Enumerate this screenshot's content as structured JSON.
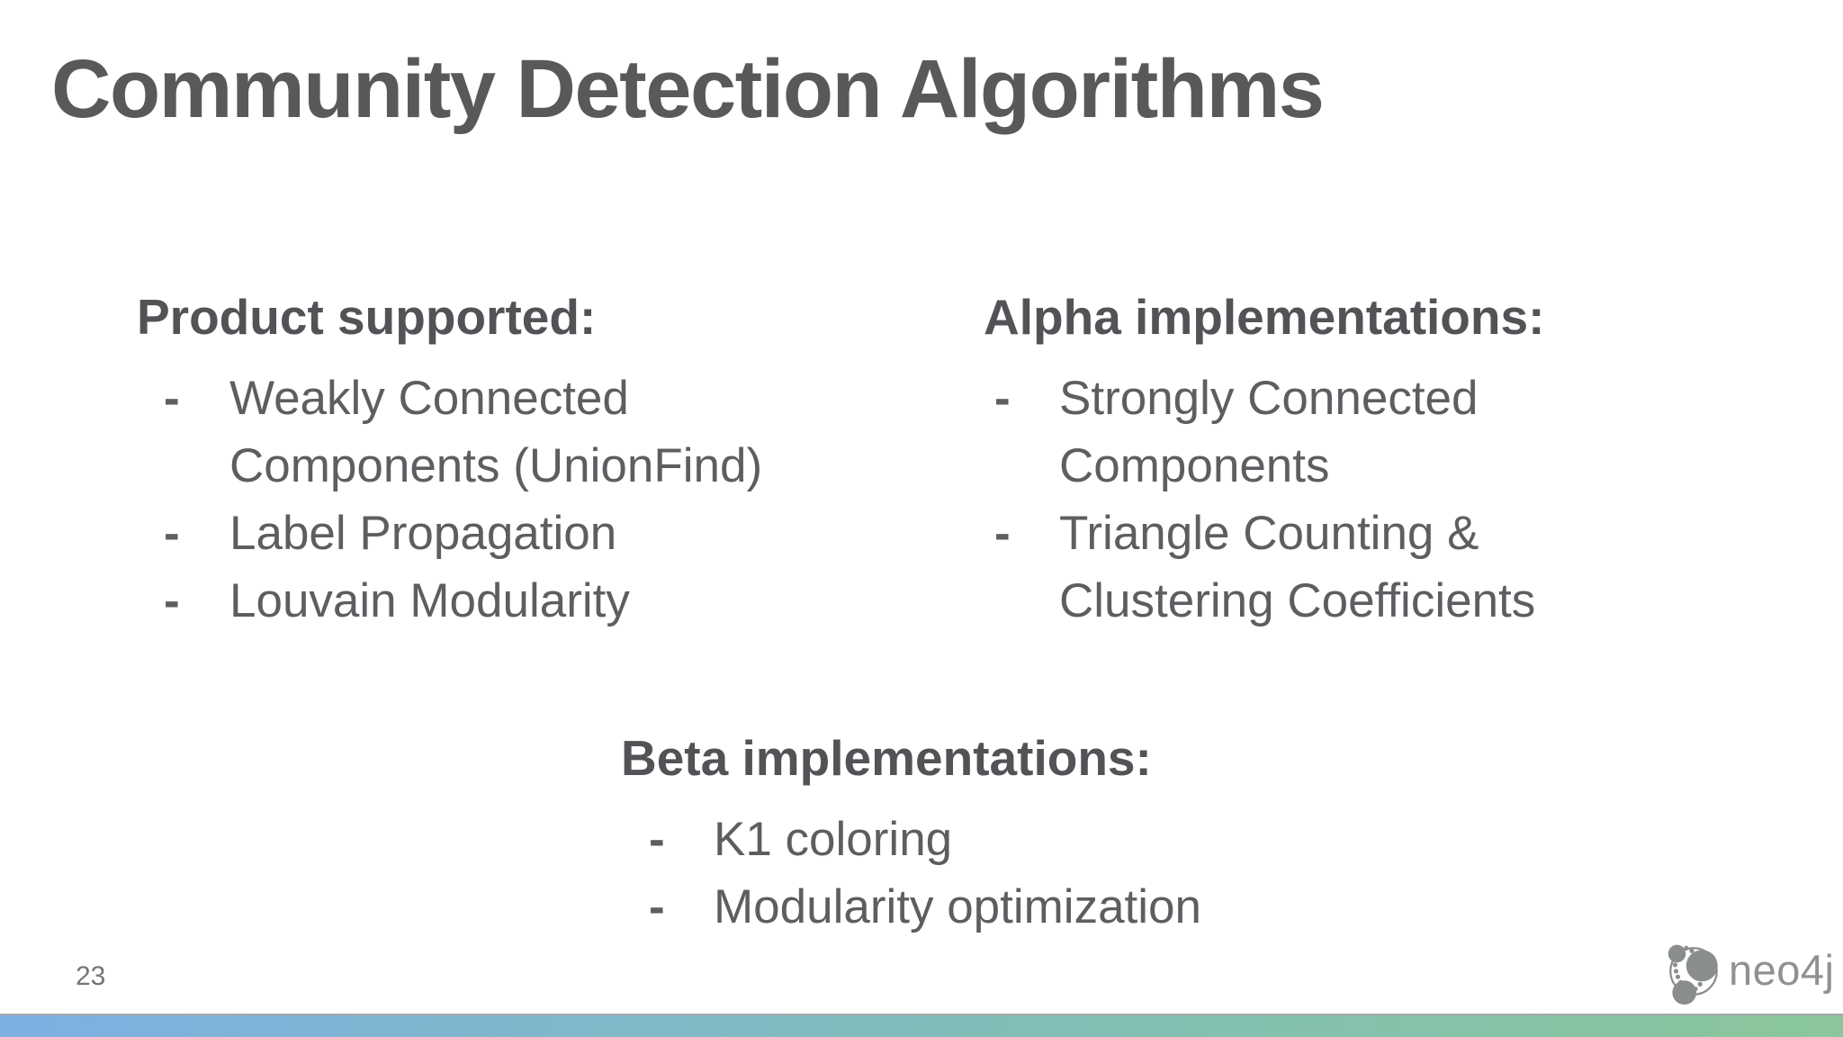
{
  "slide": {
    "title": "Community Detection Algorithms",
    "bullet_char": "-",
    "page_number": "23",
    "sections": [
      {
        "heading": "Product supported:",
        "items": [
          {
            "lines": [
              "Weakly Connected",
              "Components (UnionFind)"
            ]
          },
          {
            "lines": [
              "Label Propagation"
            ]
          },
          {
            "lines": [
              "Louvain Modularity"
            ]
          }
        ]
      },
      {
        "heading": "Alpha implementations:",
        "items": [
          {
            "lines": [
              "Strongly Connected",
              "Components"
            ]
          },
          {
            "lines": [
              "Triangle Counting &",
              "Clustering Coefficients"
            ]
          }
        ]
      },
      {
        "heading": "Beta implementations:",
        "items": [
          {
            "lines": [
              "K1 coloring"
            ]
          },
          {
            "lines": [
              "Modularity optimization"
            ]
          }
        ]
      }
    ],
    "logo": {
      "text": "neo4j"
    },
    "colors": {
      "title_text": "#58595b",
      "heading_text": "#515356",
      "body_text": "#5c5e61",
      "page_text": "#737578",
      "logo_gray": "#8f9293",
      "bar_left": "#7db0e3",
      "bar_mid": "#80bdb9",
      "bar_right": "#8bc69b",
      "bar_border": "#a6a8a9"
    }
  }
}
